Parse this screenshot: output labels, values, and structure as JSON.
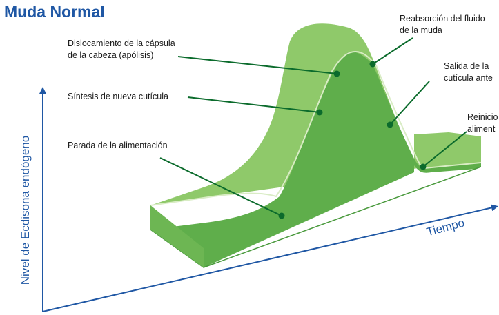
{
  "title": "Muda Normal",
  "y_axis_label": "Nivel de Ecdisona endógeno",
  "x_axis_label": "Tiempo",
  "colors": {
    "title": "#1f57a4",
    "axis": "#1f57a4",
    "leader_line": "#0b6b2c",
    "marker": "#0b6b2c",
    "ribbon_back": "#8fc96a",
    "ribbon_front": "#5fae4b",
    "ribbon_top": "#a3d37d"
  },
  "annotations": [
    {
      "lines": [
        "Dislocamiento de la cápsula",
        "de la cabeza (apólisis)"
      ]
    },
    {
      "lines": [
        "Síntesis de nueva cutícula"
      ]
    },
    {
      "lines": [
        "Parada de la alimentación"
      ]
    },
    {
      "lines": [
        "Reabsorción del fluido",
        "de la muda"
      ]
    },
    {
      "lines": [
        "Salida de la",
        "cutícula ante"
      ]
    },
    {
      "lines": [
        "Reinicio",
        "aliment"
      ]
    }
  ]
}
